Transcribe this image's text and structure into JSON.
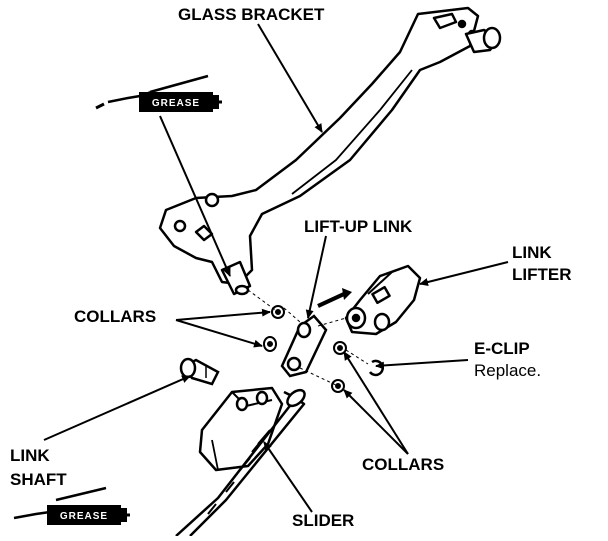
{
  "labels": {
    "glass_bracket": "GLASS BRACKET",
    "lift_up_link": "LIFT-UP LINK",
    "link_lifter_line1": "LINK",
    "link_lifter_line2": "LIFTER",
    "collars_left": "COLLARS",
    "e_clip": "E-CLIP",
    "e_clip_note": "Replace.",
    "link_shaft_line1": "LINK",
    "link_shaft_line2": "SHAFT",
    "collars_right": "COLLARS",
    "slider": "SLIDER"
  },
  "grease_guns": {
    "top_label": "GREASE",
    "bottom_label": "GREASE"
  },
  "colors": {
    "ink": "#000000",
    "paper": "#ffffff"
  }
}
